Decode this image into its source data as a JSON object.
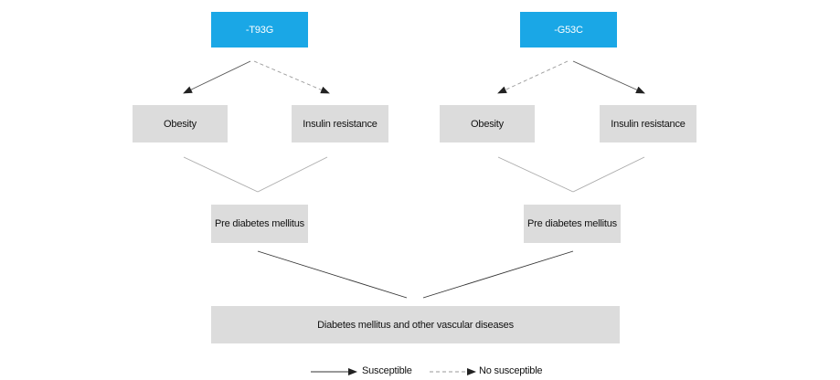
{
  "snps": {
    "left": "-T93G",
    "right": "-G53C"
  },
  "nodes": {
    "left_obesity": "Obesity",
    "left_insulin": "Insulin resistance",
    "right_obesity": "Obesity",
    "right_insulin": "Insulin resistance",
    "left_pre": "Pre diabetes mellitus",
    "right_pre": "Pre diabetes mellitus",
    "final": "Diabetes mellitus and other vascular diseases"
  },
  "legend": {
    "susceptible": "Susceptible",
    "no_susceptible": "No susceptible"
  },
  "colors": {
    "snp_fill": "#1aa7e6",
    "node_fill": "#dcdcdc",
    "line": "#333333",
    "dashed_line": "#999999"
  }
}
